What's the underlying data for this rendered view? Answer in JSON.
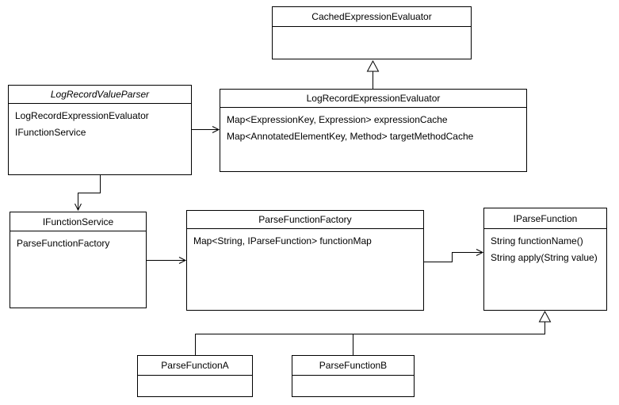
{
  "diagram": {
    "type": "uml-class-diagram",
    "colors": {
      "line": "#000000",
      "background": "#ffffff",
      "box_fill": "#ffffff",
      "text": "#000000"
    },
    "classes": {
      "cached": {
        "title": "CachedExpressionEvaluator",
        "members": []
      },
      "value_parser": {
        "title": "LogRecordValueParser",
        "abstract": true,
        "members": [
          "LogRecordExpressionEvaluator",
          "IFunctionService"
        ]
      },
      "evaluator": {
        "title": "LogRecordExpressionEvaluator",
        "members": [
          "Map<ExpressionKey, Expression> expressionCache",
          "Map<AnnotatedElementKey, Method> targetMethodCache"
        ]
      },
      "function_service": {
        "title": "IFunctionService",
        "members": [
          "ParseFunctionFactory"
        ]
      },
      "factory": {
        "title": "ParseFunctionFactory",
        "members": [
          "Map<String, IParseFunction> functionMap"
        ]
      },
      "parse_function": {
        "title": "IParseFunction",
        "members": [
          "String functionName()",
          "String apply(String value)"
        ]
      },
      "parse_a": {
        "title": "ParseFunctionA",
        "members": []
      },
      "parse_b": {
        "title": "ParseFunctionB",
        "members": []
      }
    },
    "relationships": [
      "LogRecordExpressionEvaluator --|> CachedExpressionEvaluator",
      "LogRecordValueParser --> LogRecordExpressionEvaluator",
      "LogRecordValueParser --> IFunctionService",
      "IFunctionService --> ParseFunctionFactory",
      "ParseFunctionFactory --> IParseFunction",
      "ParseFunctionA --|> IParseFunction",
      "ParseFunctionB --|> IParseFunction"
    ]
  }
}
